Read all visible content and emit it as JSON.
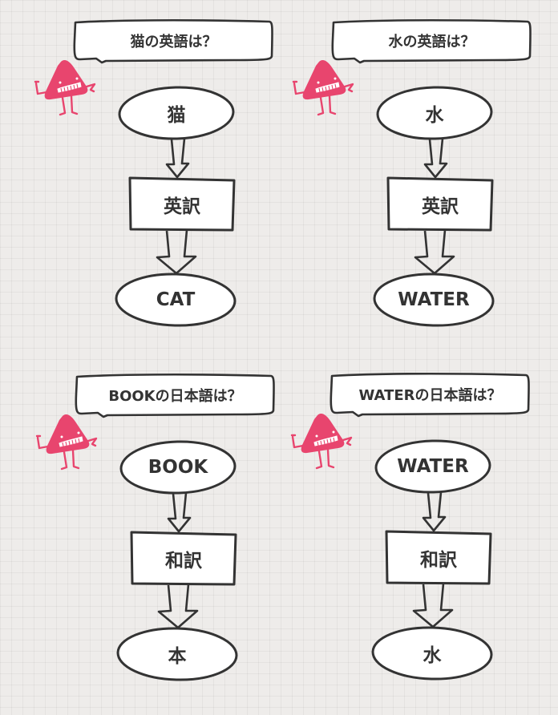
{
  "colors": {
    "ink": "#333333",
    "mascot": "#e8456e",
    "background": "#eeecea",
    "shape_fill": "#ffffff"
  },
  "panels": [
    {
      "question": "猫の英語は？",
      "input": "猫",
      "process": "英訳",
      "output": "CAT"
    },
    {
      "question": "水の英語は？",
      "input": "水",
      "process": "英訳",
      "output": "WATER"
    },
    {
      "question": "BOOKの日本語は？",
      "input": "BOOK",
      "process": "和訳",
      "output": "本"
    },
    {
      "question": "WATERの日本語は？",
      "input": "WATER",
      "process": "和訳",
      "output": "水"
    }
  ],
  "icons": {
    "mascot": "pink-triangle-character-icon"
  }
}
